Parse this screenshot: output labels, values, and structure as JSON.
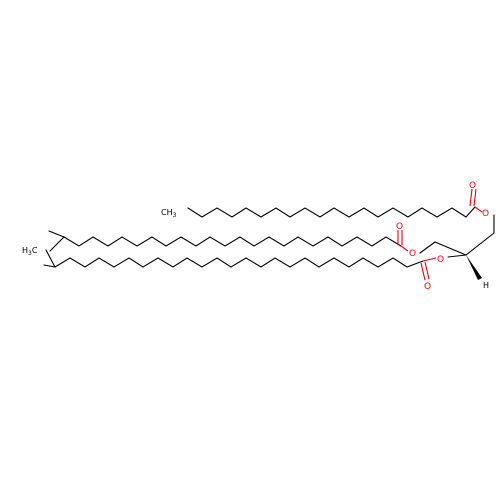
{
  "colors": {
    "bond": "#000000",
    "oxygen": "#e8000b"
  },
  "labels": {
    "o": "O",
    "h": "H",
    "ch3_main": "CH",
    "ch3_sub": "3",
    "h3c_h": "H",
    "h3c_sub": "3",
    "h3c_c": "C"
  }
}
